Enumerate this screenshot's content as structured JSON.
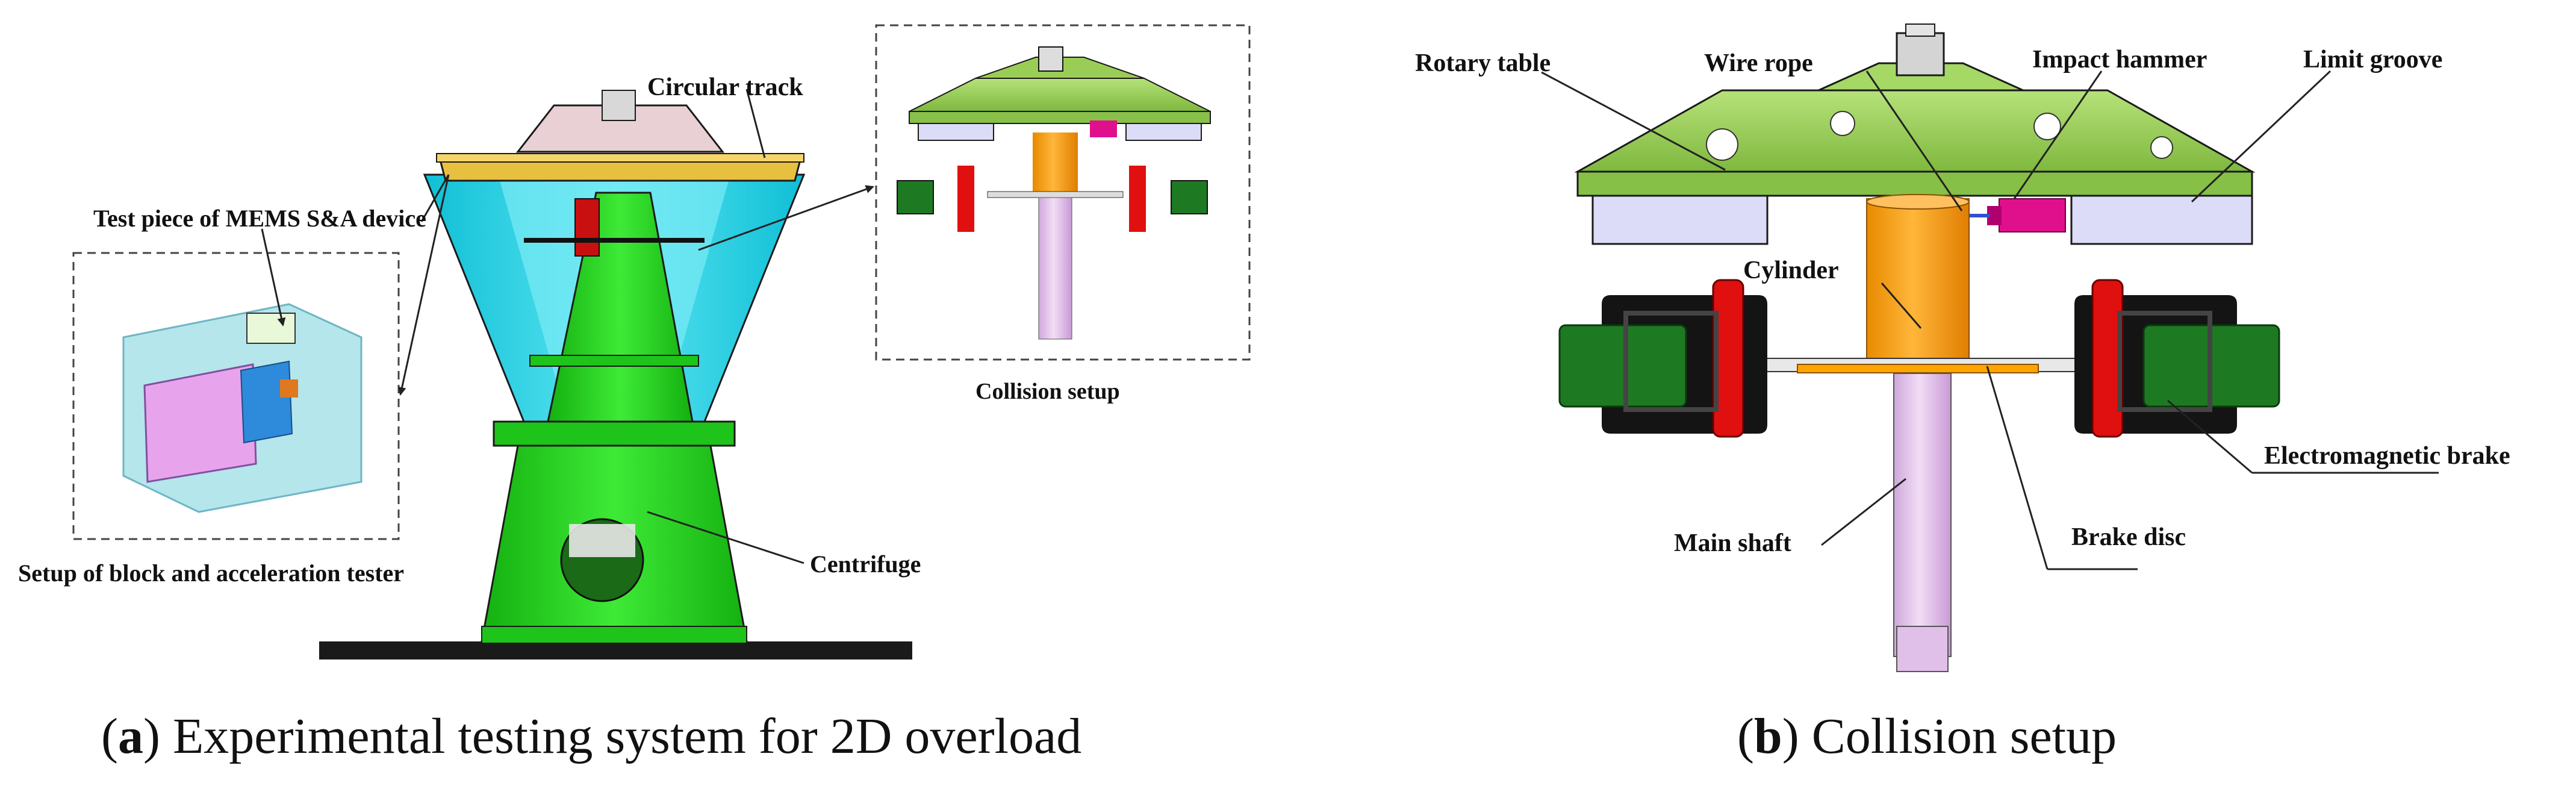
{
  "panel_a": {
    "labels": {
      "circular_track": "Circular track",
      "test_piece": "Test piece of MEMS S&A device",
      "centrifuge": "Centrifuge",
      "collision_setup": "Collision setup",
      "setup_block": "Setup of block and acceleration tester"
    },
    "caption_letter": "a",
    "caption_text": "Experimental testing system for 2D overload"
  },
  "panel_b": {
    "labels": {
      "rotary_table": "Rotary table",
      "wire_rope": "Wire rope",
      "impact_hammer": "Impact hammer",
      "limit_groove": "Limit groove",
      "cylinder": "Cylinder",
      "electromagnetic_brake": "Electromagnetic brake",
      "main_shaft": "Main shaft",
      "brake_disc": "Brake disc"
    },
    "caption_letter": "b",
    "caption_text": "Collision setup"
  },
  "colors": {
    "green_table": "#9ACD55",
    "cyan_frame": "#1FD3E6",
    "green_centrifuge": "#22D61C",
    "orange_cylinder": "#FFA500",
    "pink_shaft": "#E6C8EE",
    "lavender_block": "#DCDCF8",
    "red_brake": "#E01010",
    "dark_green_brake": "#1E7A22",
    "magenta_hammer": "#E0108C",
    "gold_track": "#E8C040"
  }
}
